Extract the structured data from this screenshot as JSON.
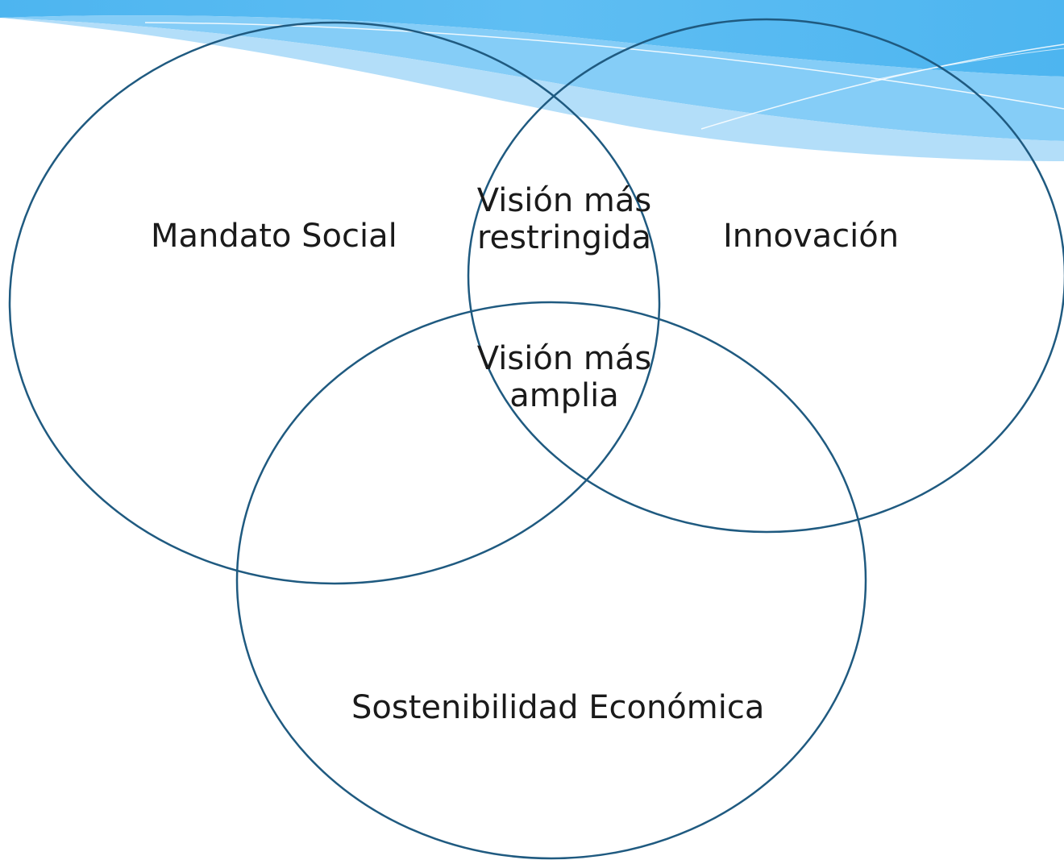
{
  "colors": {
    "circle_stroke": "#1f5a80",
    "banner_light": "#a9dbf8",
    "banner_mid": "#7ecaf6",
    "banner_dark": "#4db5f0",
    "text": "#1a1a1a"
  },
  "venn": {
    "sets": [
      {
        "name": "Mandato Social"
      },
      {
        "name": "Innovación"
      },
      {
        "name": "Sostenibilidad Económica"
      }
    ],
    "intersections": {
      "mandato_innovacion": {
        "line1": "Visión más",
        "line2": "restringida"
      },
      "all_three": {
        "line1": "Visión más",
        "line2": "amplia"
      }
    }
  }
}
